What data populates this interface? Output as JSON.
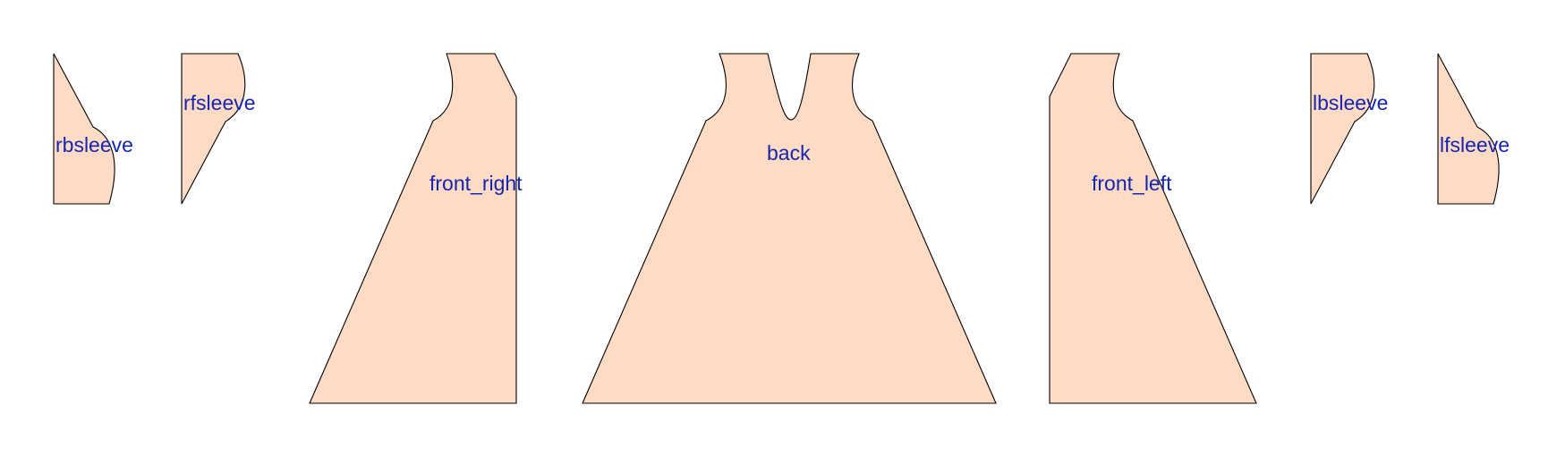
{
  "colors": {
    "panel_fill": "#FDDBC4",
    "panel_stroke": "#000000",
    "label_text": "#1525B0",
    "background": "#FFFFFF"
  },
  "pieces": [
    {
      "id": "rbsleeve",
      "label": "rbsleeve"
    },
    {
      "id": "rfsleeve",
      "label": "rfsleeve"
    },
    {
      "id": "front_right",
      "label": "front_right"
    },
    {
      "id": "back",
      "label": "back"
    },
    {
      "id": "front_left",
      "label": "front_left"
    },
    {
      "id": "lbsleeve",
      "label": "lbsleeve"
    },
    {
      "id": "lfsleeve",
      "label": "lfsleeve"
    }
  ]
}
